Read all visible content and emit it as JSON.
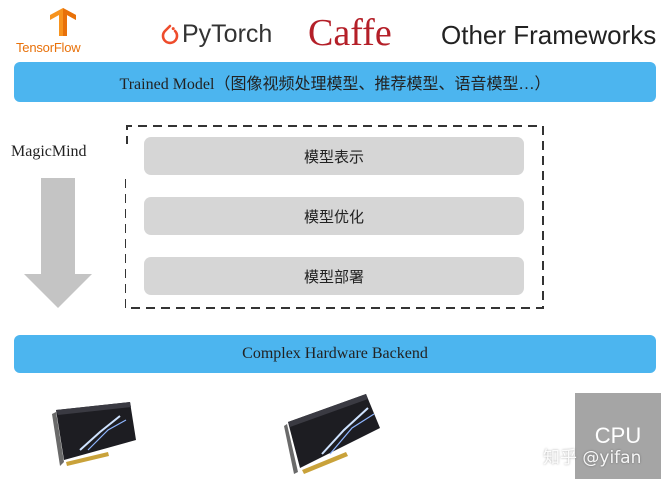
{
  "frameworks": {
    "tensorflow": "TensorFlow",
    "pytorch": "PyTorch",
    "caffe": "Caffe",
    "other": "Other Frameworks"
  },
  "trained_model": "Trained Model（图像视频处理模型、推荐模型、语音模型…）",
  "magicmind_label": "MagicMind",
  "stages": [
    "模型表示",
    "模型优化",
    "模型部署"
  ],
  "backend": "Complex Hardware Backend",
  "hardware": {
    "cpu_label": "CPU"
  },
  "watermark": "知乎 @yifan",
  "colors": {
    "bar_blue": "#4cb5ef",
    "stage_gray": "#d6d6d6",
    "arrow_gray": "#c4c4c4",
    "cpu_gray": "#a5a5a5",
    "caffe_red": "#b41f28",
    "tensorflow_orange": "#e8710a",
    "pytorch_red": "#ee4c2c"
  },
  "icons": [
    "tensorflow-logo-icon",
    "pytorch-logo-icon",
    "down-arrow-icon",
    "accelerator-card-icon"
  ]
}
